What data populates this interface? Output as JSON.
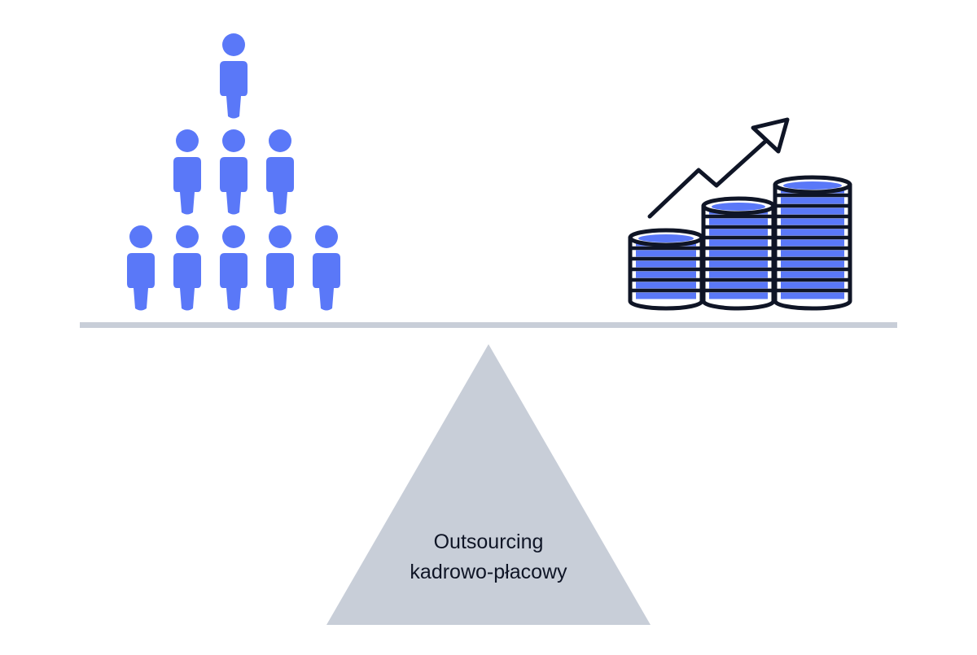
{
  "diagram": {
    "label_lines": [
      "Outsourcing",
      "kadrowo-płacowy"
    ],
    "left_icon": "people-pyramid-icon",
    "right_icon": "growing-coin-stacks-icon",
    "people_rows": [
      1,
      3,
      5
    ],
    "coin_stacks": [
      {
        "coins": 6
      },
      {
        "coins": 9
      },
      {
        "coins": 11
      }
    ],
    "colors": {
      "person": "#5a78f8",
      "coin_fill": "#5a78f8",
      "outline": "#0f1526",
      "beam": "#c8ced8",
      "fulcrum": "#c8ced8",
      "text": "#0f1526",
      "background": "#ffffff"
    }
  }
}
